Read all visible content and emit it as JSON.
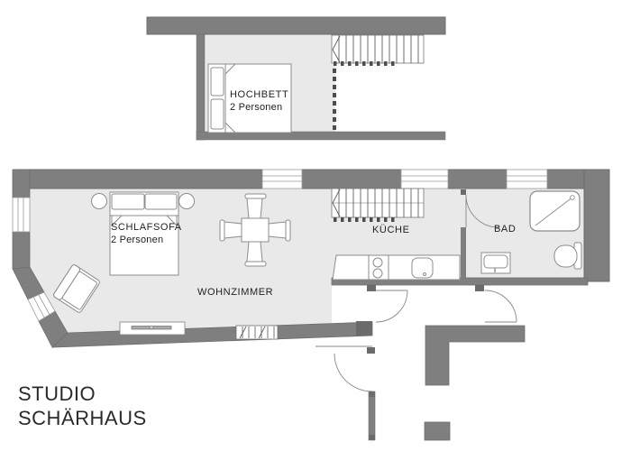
{
  "title": {
    "line1": "STUDIO",
    "line2": "SCHÄRHAUS"
  },
  "labels": {
    "hochbett": "HOCHBETT",
    "hochbett_sub": "2 Personen",
    "schlafsofa": "SCHLAFSOFA",
    "schlafsofa_sub": "2 Personen",
    "wohnzimmer": "WOHNZIMMER",
    "kueche": "KÜCHE",
    "bad": "BAD"
  },
  "rooms": [
    {
      "name": "loft",
      "label": "HOCHBETT",
      "capacity": "2 Personen"
    },
    {
      "name": "living-room",
      "label": "WOHNZIMMER"
    },
    {
      "name": "kitchen",
      "label": "KÜCHE"
    },
    {
      "name": "bathroom",
      "label": "BAD"
    }
  ],
  "colors": {
    "wall": "#7f7f7f",
    "wall_dark": "#6b6b6b",
    "floor": "#e9e9e9",
    "furniture_stroke": "#8c8c8c",
    "stair_stroke": "#4f4f4f",
    "text": "#1f1f1f"
  }
}
